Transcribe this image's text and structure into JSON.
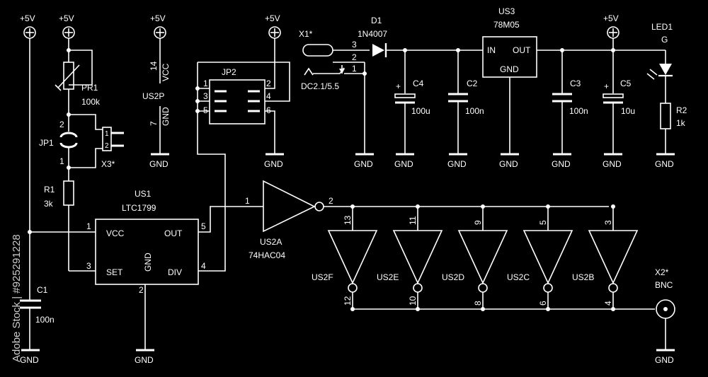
{
  "watermark": "Adobe Stock | #925291228",
  "power": {
    "p5v": "+5V",
    "gnd": "GND"
  },
  "us1": {
    "ref": "US1",
    "part": "LTC1799",
    "vcc": "VCC",
    "out": "OUT",
    "set": "SET",
    "gnd": "GND",
    "div": "DIV",
    "pin1": "1",
    "pin2": "2",
    "pin3": "3",
    "pin4": "4",
    "pin5": "5"
  },
  "pr1": {
    "ref": "PR1",
    "value": "100k"
  },
  "jp1": {
    "ref": "JP1",
    "pin1": "1",
    "pin2": "2"
  },
  "x3": {
    "ref": "X3*",
    "pin1": "1",
    "pin2": "2"
  },
  "r1": {
    "ref": "R1",
    "value": "3k"
  },
  "c1": {
    "ref": "C1",
    "value": "100n"
  },
  "us2p": {
    "ref": "US2P",
    "vcc": "VCC",
    "gnd": "GND",
    "pin14": "14",
    "pin7": "7"
  },
  "jp2": {
    "ref": "JP2",
    "pins": [
      "1",
      "2",
      "3",
      "4",
      "5",
      "6"
    ]
  },
  "x1": {
    "ref": "X1*",
    "type": "DC2.1/5.5",
    "pins": [
      "3",
      "2",
      "1"
    ]
  },
  "d1": {
    "ref": "D1",
    "part": "1N4007"
  },
  "c4": {
    "ref": "C4",
    "value": "100u",
    "polarity": "+"
  },
  "c2": {
    "ref": "C2",
    "value": "100n"
  },
  "us3": {
    "ref": "US3",
    "part": "78M05",
    "in": "IN",
    "out": "OUT",
    "gnd": "GND"
  },
  "c3": {
    "ref": "C3",
    "value": "100n"
  },
  "c5": {
    "ref": "C5",
    "value": "10u",
    "polarity": "+"
  },
  "led1": {
    "ref": "LED1",
    "color": "G"
  },
  "r2": {
    "ref": "R2",
    "value": "1k"
  },
  "us2a": {
    "ref": "US2A",
    "part": "74HAC04",
    "in_pin": "1",
    "out_pin": "2"
  },
  "inverters": [
    {
      "ref": "US2F",
      "in_pin": "13",
      "out_pin": "12"
    },
    {
      "ref": "US2E",
      "in_pin": "11",
      "out_pin": "10"
    },
    {
      "ref": "US2D",
      "in_pin": "9",
      "out_pin": "8"
    },
    {
      "ref": "US2C",
      "in_pin": "5",
      "out_pin": "6"
    },
    {
      "ref": "US2B",
      "in_pin": "3",
      "out_pin": "4"
    }
  ],
  "x2": {
    "ref": "X2*",
    "type": "BNC"
  }
}
